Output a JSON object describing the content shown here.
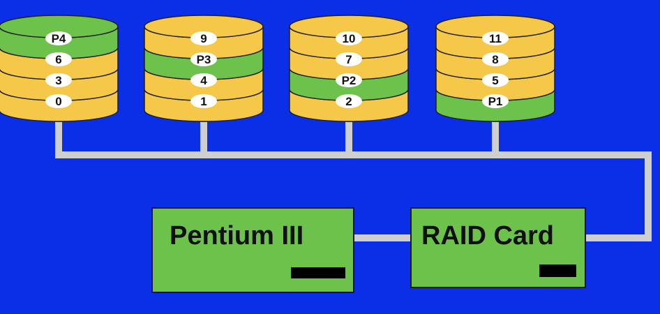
{
  "colors": {
    "background": "#0a2fe6",
    "data_block": "#f5c84a",
    "parity_block": "#6cc24a",
    "bus": "#cfcfcf",
    "label_pill": "#ffffff"
  },
  "disks": [
    {
      "blocks": [
        {
          "label": "P4",
          "kind": "parity"
        },
        {
          "label": "6",
          "kind": "data"
        },
        {
          "label": "3",
          "kind": "data"
        },
        {
          "label": "0",
          "kind": "data"
        }
      ]
    },
    {
      "blocks": [
        {
          "label": "9",
          "kind": "data"
        },
        {
          "label": "P3",
          "kind": "parity"
        },
        {
          "label": "4",
          "kind": "data"
        },
        {
          "label": "1",
          "kind": "data"
        }
      ]
    },
    {
      "blocks": [
        {
          "label": "10",
          "kind": "data"
        },
        {
          "label": "7",
          "kind": "data"
        },
        {
          "label": "P2",
          "kind": "parity"
        },
        {
          "label": "2",
          "kind": "data"
        }
      ]
    },
    {
      "blocks": [
        {
          "label": "11",
          "kind": "data"
        },
        {
          "label": "8",
          "kind": "data"
        },
        {
          "label": "5",
          "kind": "data"
        },
        {
          "label": "P1",
          "kind": "parity"
        }
      ]
    }
  ],
  "cpu": {
    "label": "Pentium III"
  },
  "raid": {
    "label": "RAID Card"
  }
}
